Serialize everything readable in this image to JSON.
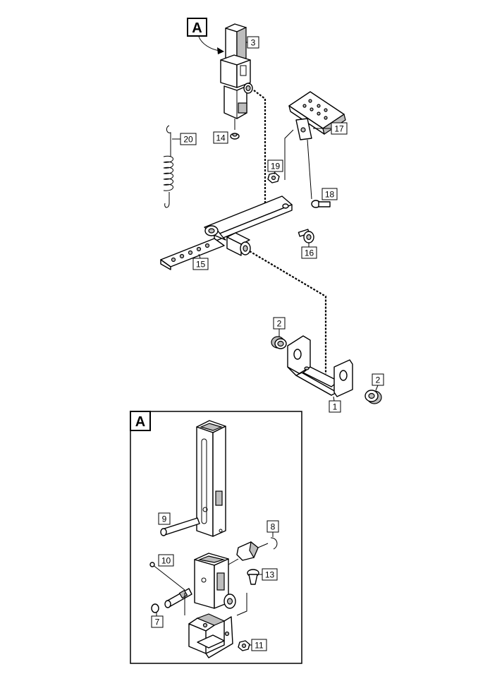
{
  "callouts": {
    "view_a_top": "A",
    "view_a_inset": "A"
  },
  "labels": {
    "p1": "1",
    "p2a": "2",
    "p2b": "2",
    "p3": "3",
    "p14": "14",
    "p15": "15",
    "p16": "16",
    "p17": "17",
    "p18": "18",
    "p19": "19",
    "p20": "20",
    "p7": "7",
    "p8": "8",
    "p9": "9",
    "p10": "10",
    "p11": "11",
    "p13": "13"
  },
  "colors": {
    "line": "#000000",
    "fill": "#ffffff",
    "shade": "#bdbdbd"
  }
}
